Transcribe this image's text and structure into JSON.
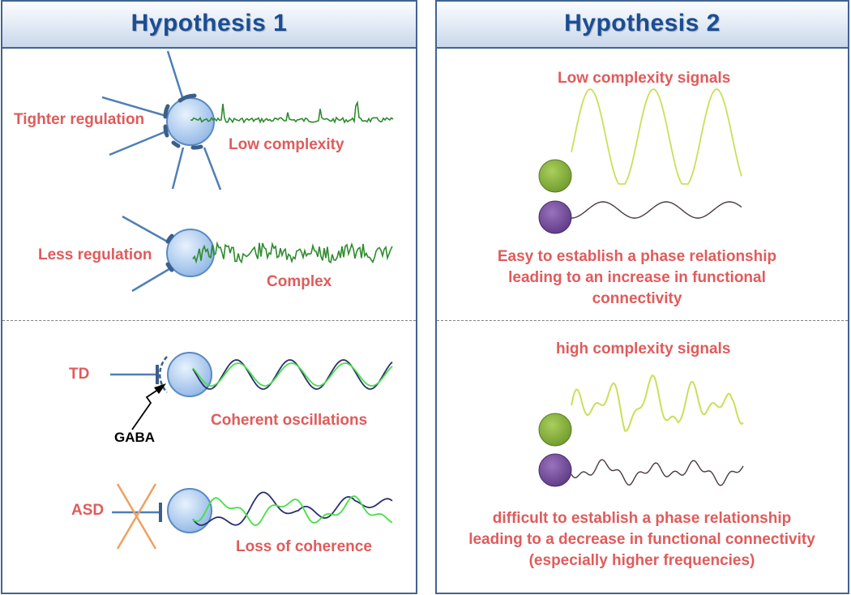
{
  "hypothesis1": {
    "title": "Hypothesis 1",
    "tighter_regulation": "Tighter regulation",
    "low_complexity": "Low complexity",
    "less_regulation": "Less regulation",
    "complex": "Complex",
    "td": "TD",
    "gaba": "GABA",
    "coherent_oscillations": "Coherent oscillations",
    "asd": "ASD",
    "loss_of_coherence": "Loss of coherence"
  },
  "hypothesis2": {
    "title": "Hypothesis 2",
    "low_complexity_signals": "Low complexity signals",
    "easy_text": "Easy to establish a phase relationship leading to an increase in functional connectivity",
    "high_complexity_signals": "high complexity signals",
    "difficult_text": "difficult to establish a phase relationship leading to a decrease in functional connectivity (especially higher frequencies)"
  },
  "colors": {
    "border": "#41648f",
    "title": "#1a4d95",
    "label": "#e05b5b",
    "neuron_fill": "#bcd7f5",
    "neuron_stroke": "#5b8ac2",
    "dendrite": "#4f7fb5",
    "eeg_green": "#2e8b2e",
    "osc_light_green": "#45e045",
    "osc_navy": "#2a2f6e",
    "yellow_green": "#c8e05a",
    "dark_trace": "#4a3a3a",
    "green_ball": "#8ab341",
    "purple_ball": "#7a4f9e",
    "cross": "#f0a060"
  }
}
